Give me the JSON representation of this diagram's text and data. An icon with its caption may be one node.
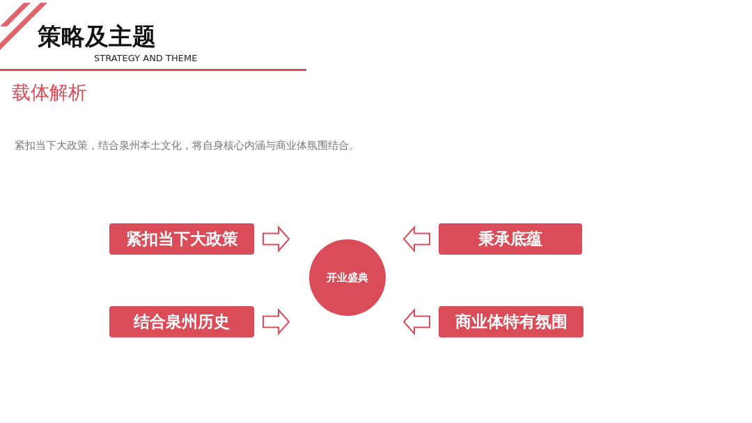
{
  "diagram": {
    "title": "策略及主题",
    "nodes": [
      {
        "text": [
          "紧扣当下大政策"
        ]
      },
      {
        "text": [
          "秉承底蕴"
        ]
      },
      {
        "text": [
          "开业盛典"
        ]
      },
      {
        "text": [
          "结合泉州历史"
        ]
      },
      {
        "text": [
          "商业体特有氛围"
        ]
      }
    ],
    "edges": [
      {
        "from": 0,
        "to": 2,
        "arrow": "to"
      },
      {
        "from": 1,
        "to": 2,
        "arrow": "to"
      },
      {
        "from": 3,
        "to": 2,
        "arrow": "to"
      },
      {
        "from": 4,
        "to": 2,
        "arrow": "to"
      }
    ],
    "labels": [
      "STRATEGY AND THEME",
      "载体解析",
      "紧扣当下大政策，结合泉州本土文化，将自身核心内涵与商业体氛围结合。"
    ]
  }
}
